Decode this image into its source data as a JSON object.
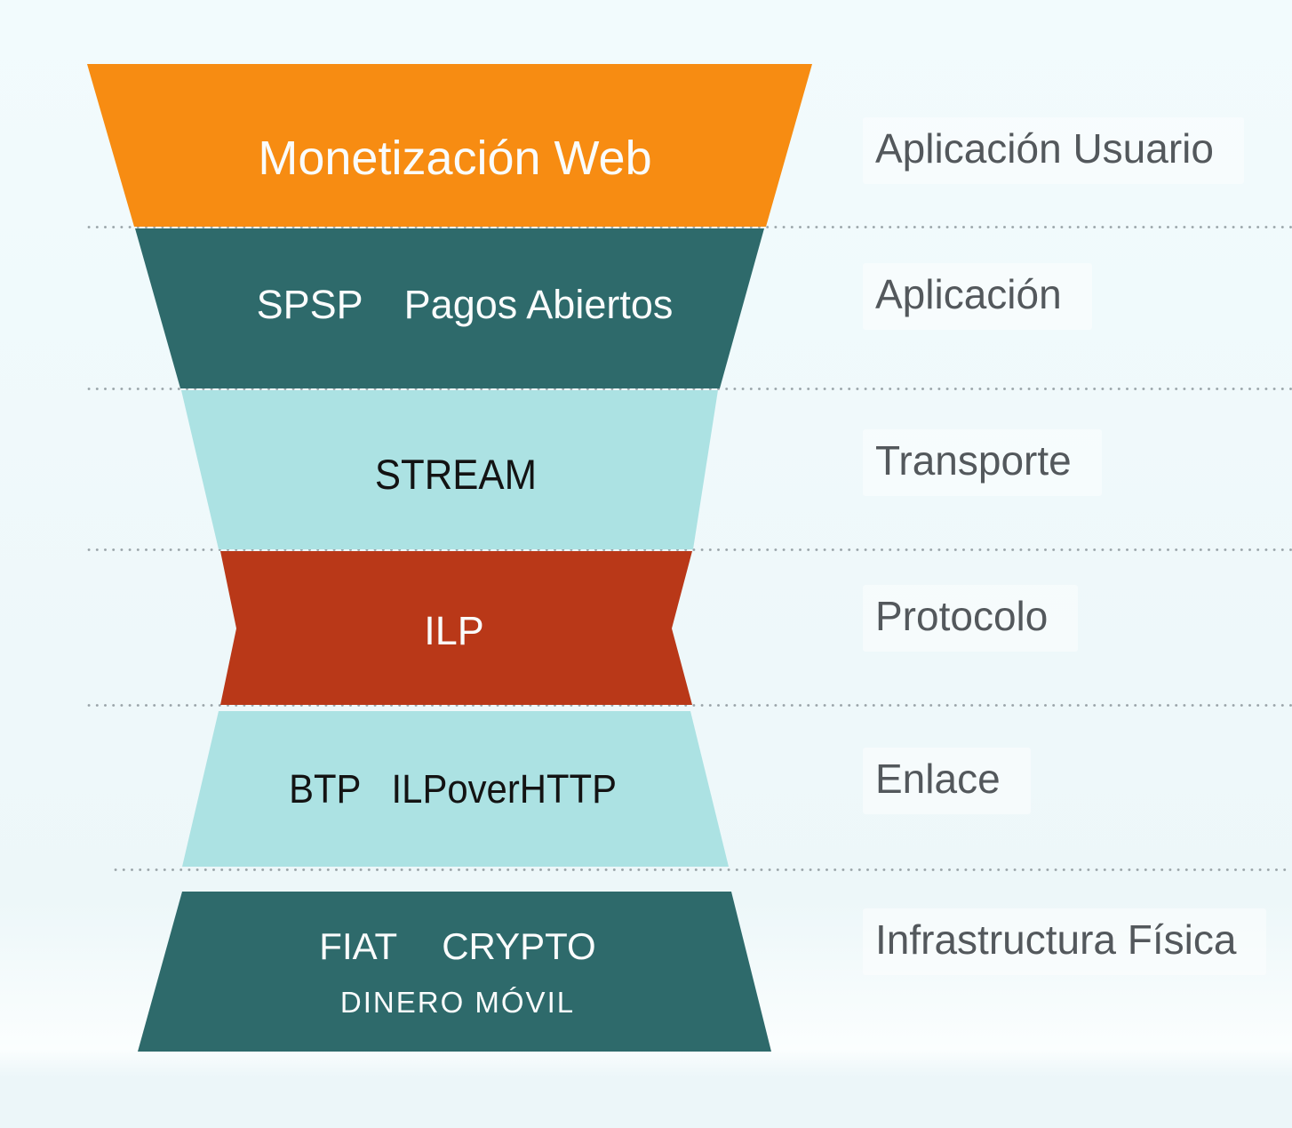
{
  "colors": {
    "bg_top": "#F2FBFD",
    "bg_mid": "#EDF7F9",
    "bg_band": "#FBFEFE",
    "bg_bottom": "#ECF6F9",
    "orange": "#F78C12",
    "teal": "#2E6A6B",
    "cyan": "#ACE2E3",
    "red": "#B93818",
    "text_light": "#FAFCFC",
    "text_dark": "#131313",
    "side_label_text": "#53585C",
    "dotted_line": "#8A9499",
    "label_panel": "rgba(255,255,255,0.45)"
  },
  "layers": [
    {
      "label": "Monetización Web",
      "side_label": "Aplicación Usuario"
    },
    {
      "parts": [
        "SPSP",
        "Pagos Abiertos"
      ],
      "side_label": "Aplicación"
    },
    {
      "label": "STREAM",
      "side_label": "Transporte"
    },
    {
      "label": "ILP",
      "side_label": "Protocolo"
    },
    {
      "parts": [
        "BTP",
        "ILPoverHTTP"
      ],
      "side_label": "Enlace"
    },
    {
      "line1": [
        "FIAT",
        "CRYPTO"
      ],
      "line2": "DINERO MÓVIL",
      "side_label": "Infrastructura Física"
    }
  ]
}
